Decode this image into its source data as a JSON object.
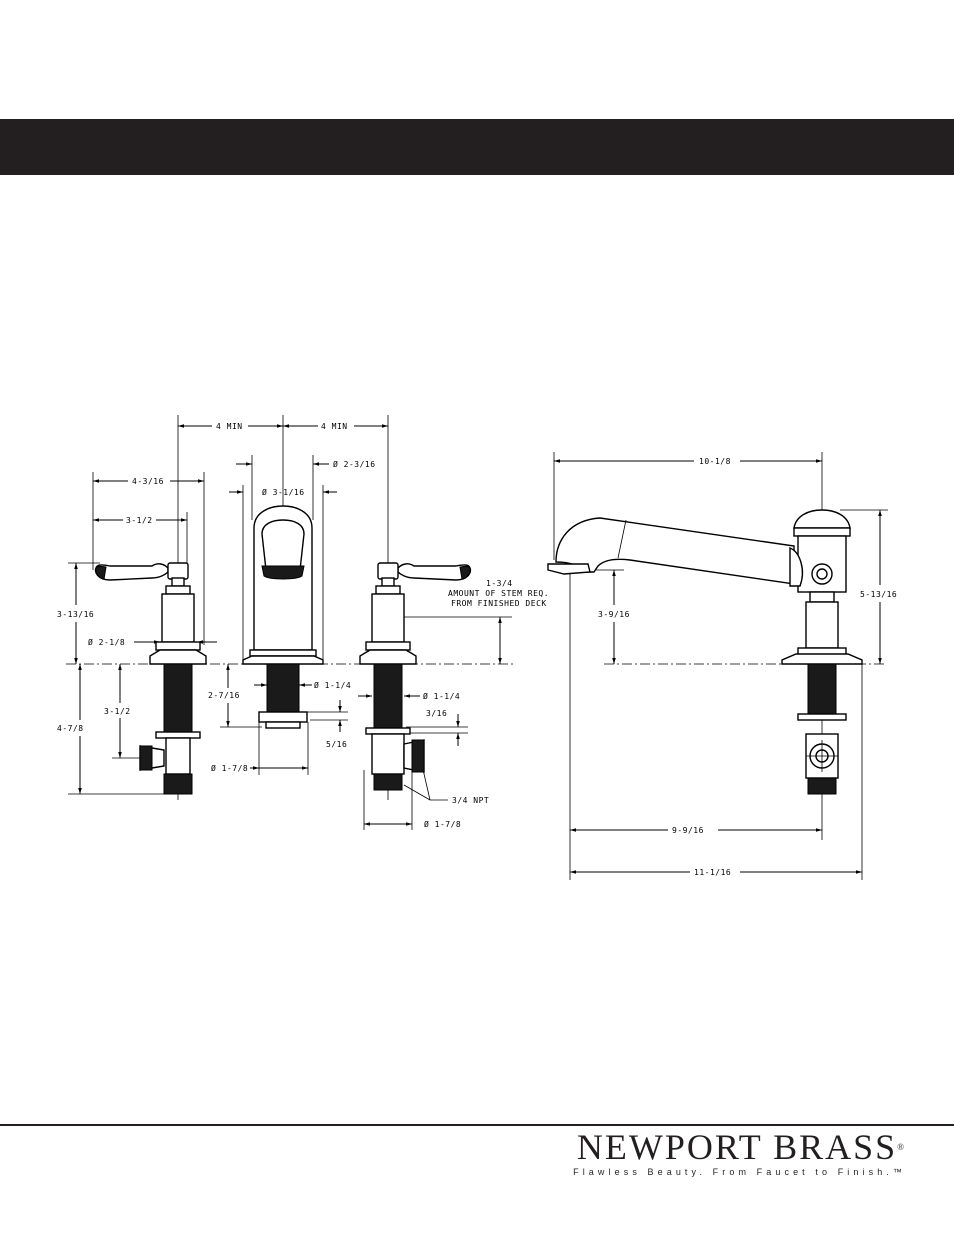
{
  "dimensions": {
    "four_min_left": "4 MIN",
    "four_min_right": "4 MIN",
    "spout_base_dia": "Ø 3-1/16",
    "spout_top_dia": "Ø 2-3/16",
    "handle_reach": "4-3/16",
    "handle_offset": "3-1/2",
    "handle_height": "3-13/16",
    "handle_base_dia": "Ø 2-1/8",
    "below_deck_left": "4-7/8",
    "valve_depth_left": "3-1/2",
    "spout_shank_len": "2-7/16",
    "spout_shank_dia": "Ø 1-1/4",
    "spout_nut_dia": "Ø 1-7/8",
    "spout_nut_height": "5/16",
    "valve_shank_dia": "Ø 1-1/4",
    "valve_thread": "3/16",
    "valve_body_dia": "Ø 1-7/8",
    "npt": "3/4 NPT",
    "stem_dim": "1-3/4",
    "stem_note_1": "AMOUNT OF STEM REQ.",
    "stem_note_2": "FROM FINISHED DECK",
    "side_reach": "10-1/8",
    "side_height": "5-13/16",
    "side_outlet_height": "3-9/16",
    "side_reach_below": "9-9/16",
    "side_overall": "11-1/16"
  },
  "brand": {
    "name": "NEWPORT BRASS",
    "registered": "®",
    "tagline": "Flawless Beauty. From Faucet to Finish.™"
  }
}
